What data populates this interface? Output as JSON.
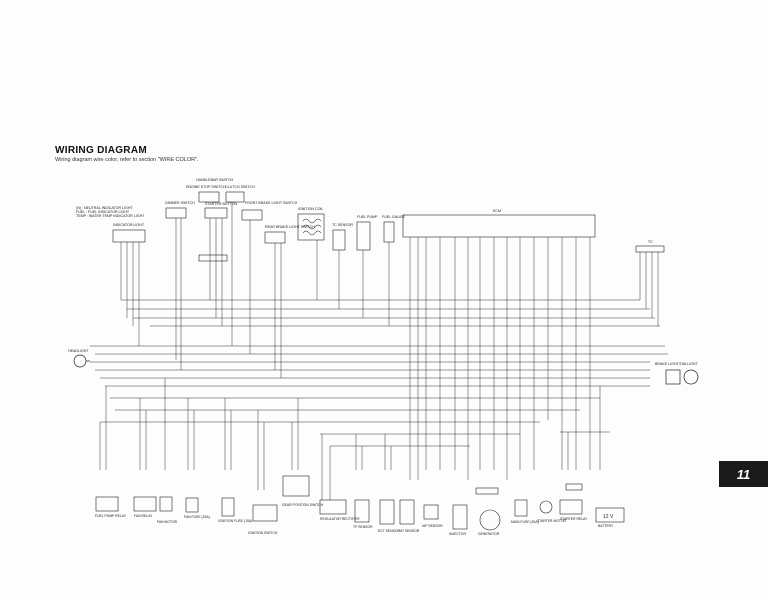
{
  "header": {
    "title": "WIRING DIAGRAM",
    "subtitle": "Wiring diagram wire color, refer to section \"WIRE COLOR\"."
  },
  "section_tab": "11",
  "top_labels": {
    "handlebar_switch": "HANDLEBAR SWITCH",
    "engine_stop_switch": "ENGINE STOP SWITCH",
    "clutch_switch": "CLUTCH SWITCH",
    "dimmer_switch": "DIMMER SWITCH",
    "starter_button": "STARTER BUTTON",
    "front_brake_light_switch": "FRONT BRAKE LIGHT SWITCH",
    "indicator_light": "INDICATOR LIGHT",
    "rear_brake_light_switch": "REAR BRAKE LIGHT SWITCH",
    "ignition_coil": "IGNITION COIL",
    "tc_sensor": "TC SENSOR",
    "fuel_pump": "FUEL PUMP",
    "fuel_gauge": "FUEL GAUGE",
    "ecm": "ECM",
    "tc": "TC",
    "legend_1": "(N) : NEUTRAL INDICATOR LIGHT",
    "legend_2": "FUEL : FUEL INDICATOR LIGHT",
    "legend_3": "TEMP : WATER TEMP INDICATOR LIGHT"
  },
  "side_labels": {
    "headlight": "HEADLIGHT",
    "brake_tail_light": "BRAKE LIGHT/TAILLIGHT"
  },
  "bottom_labels": {
    "fuel_pump_relay": "FUEL PUMP RELAY",
    "fan_relay": "FAN RELAY",
    "fan_motor": "FAN MOTOR",
    "fan_fuse": "FAN FUSE (15A)",
    "ignition_fuse": "IGNITION FUSE (15A)",
    "ignition_switch": "IGNITION SWITCH",
    "gear_position_switch": "GEAR POSITION SWITCH",
    "regulator_rectifier": "REGULATOR RECTIFIER",
    "tp_sensor": "TP SENSOR",
    "ect_sensor": "ECT SENSOR",
    "iat_sensor": "IAT SENSOR",
    "ip_sensor": "IAP SENSOR",
    "injector": "INJECTOR",
    "generator": "GENERATOR",
    "main_fuse": "MAIN FUSE (30A)",
    "starter_motor": "STARTER MOTOR",
    "starter_relay": "STARTER RELAY",
    "battery": "BATTERY",
    "battery_voltage": "12 V"
  },
  "icons": {
    "headlight": "headlight-icon",
    "brake_light": "taillight-icon",
    "starter_motor": "motor-icon",
    "battery": "battery-icon",
    "generator": "generator-icon"
  }
}
